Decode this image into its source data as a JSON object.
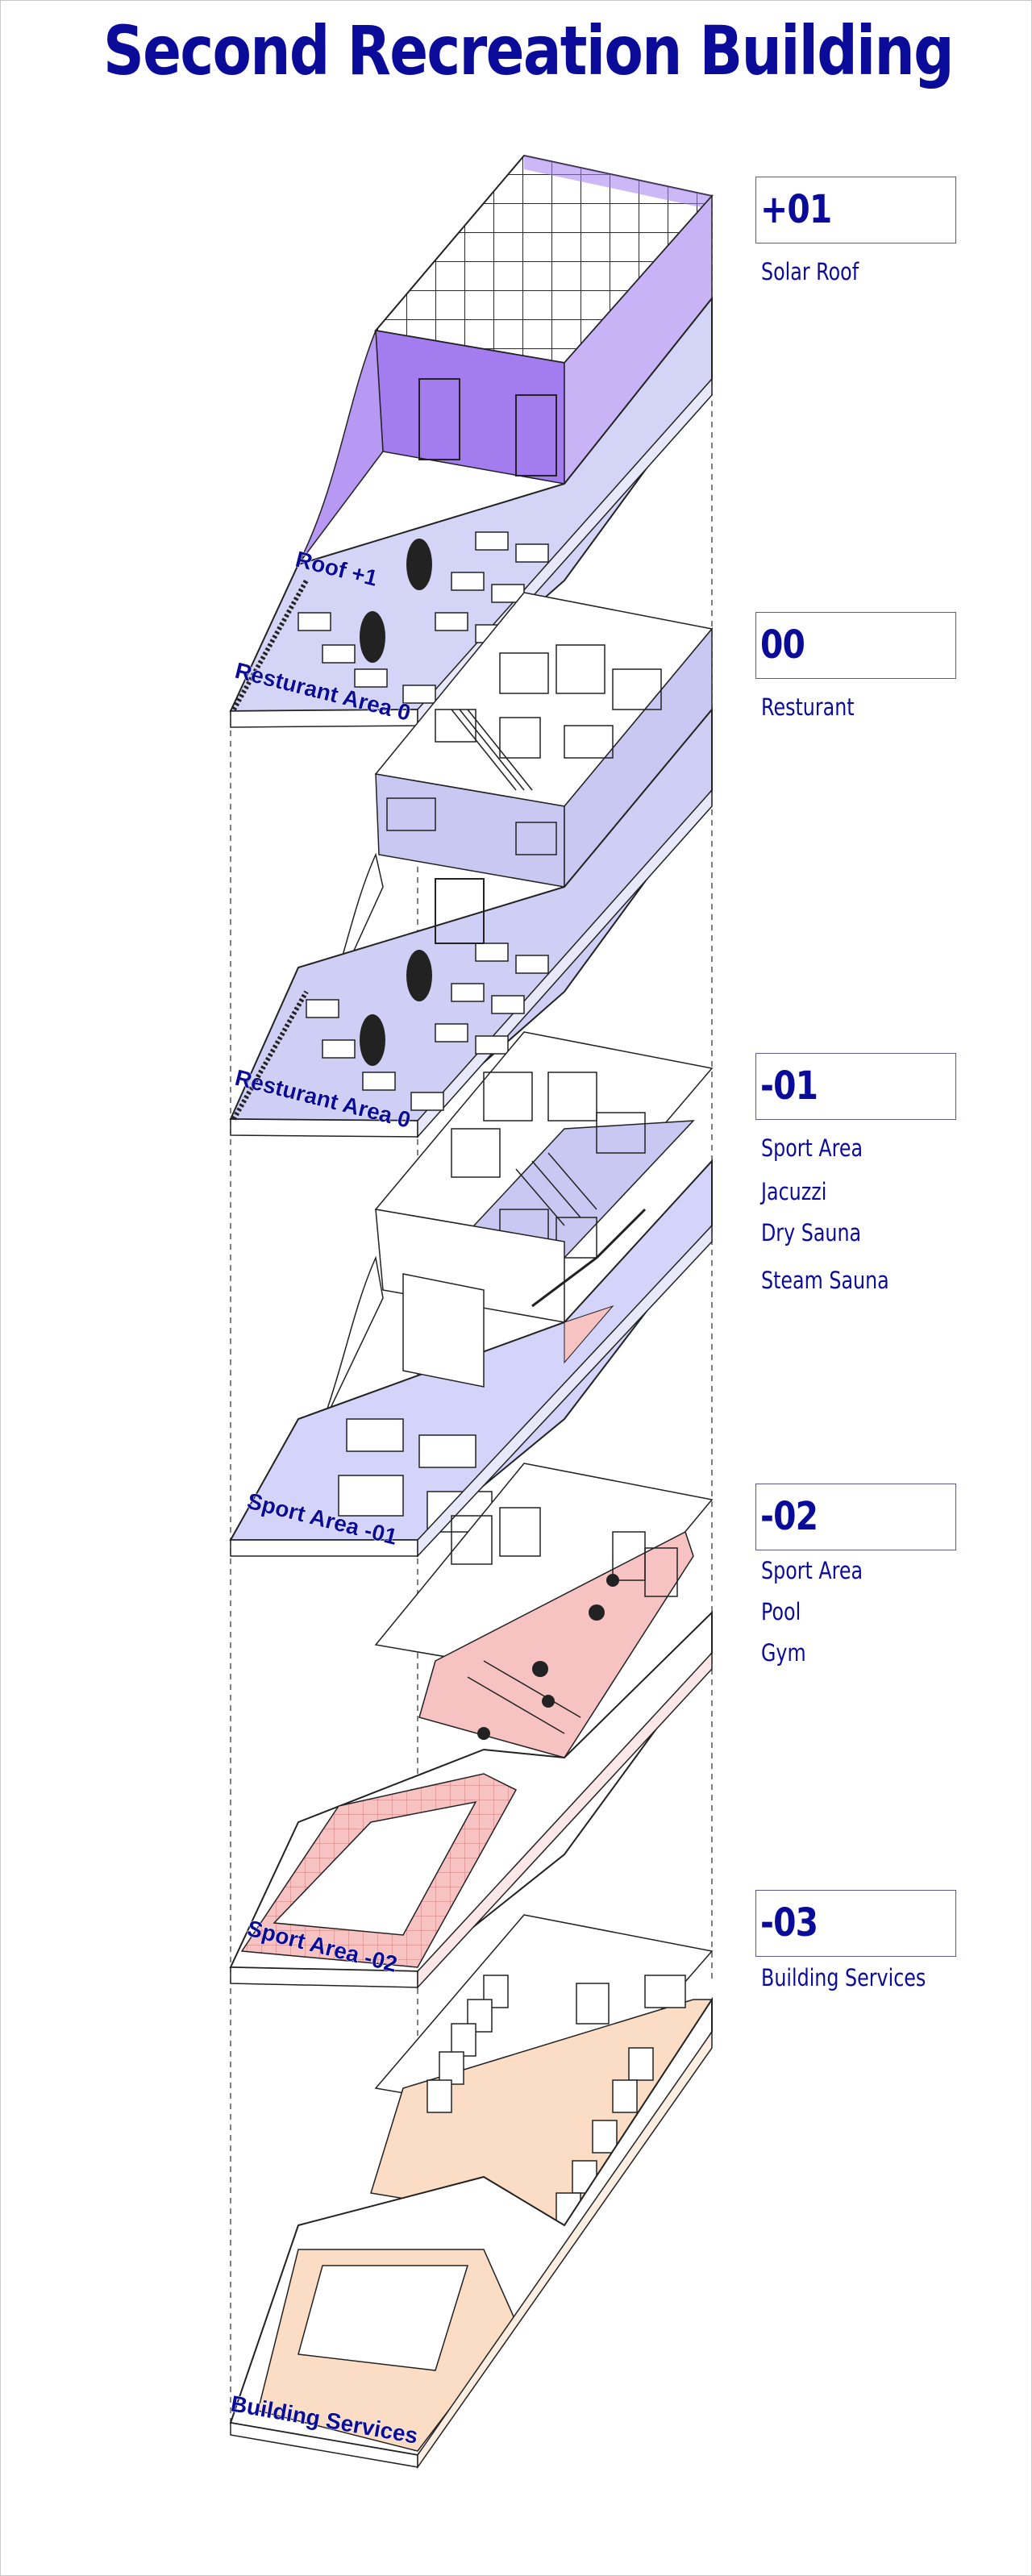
{
  "title": "Second Recreation Building",
  "levels": [
    {
      "number": "+01",
      "items": [
        "Solar Roof"
      ]
    },
    {
      "number": "00",
      "items": [
        "Resturant"
      ]
    },
    {
      "number": "-01",
      "items": [
        "Sport Area",
        "Jacuzzi",
        "Dry Sauna",
        "Steam Sauna"
      ]
    },
    {
      "number": "-02",
      "items": [
        "Sport Area",
        "Pool",
        "Gym"
      ]
    },
    {
      "number": "-03",
      "items": [
        "Building Services"
      ]
    }
  ],
  "plan_labels": {
    "roof": "Roof +1",
    "restaurant_roof": "Resturant Area 0",
    "restaurant": "Resturant Area 0",
    "sport_01": "Sport Area -01",
    "sport_02": "Sport Area -02",
    "services": "Building Services"
  },
  "colors": {
    "title": "#0b0b9a",
    "solar_roof": "#a37cf0",
    "restaurant_floor": "#c8c8f2",
    "sport_floor": "#d4d4fa",
    "gym_floor": "#f7c2c2",
    "services_floor": "#fbdcc4",
    "outline": "#222222"
  }
}
